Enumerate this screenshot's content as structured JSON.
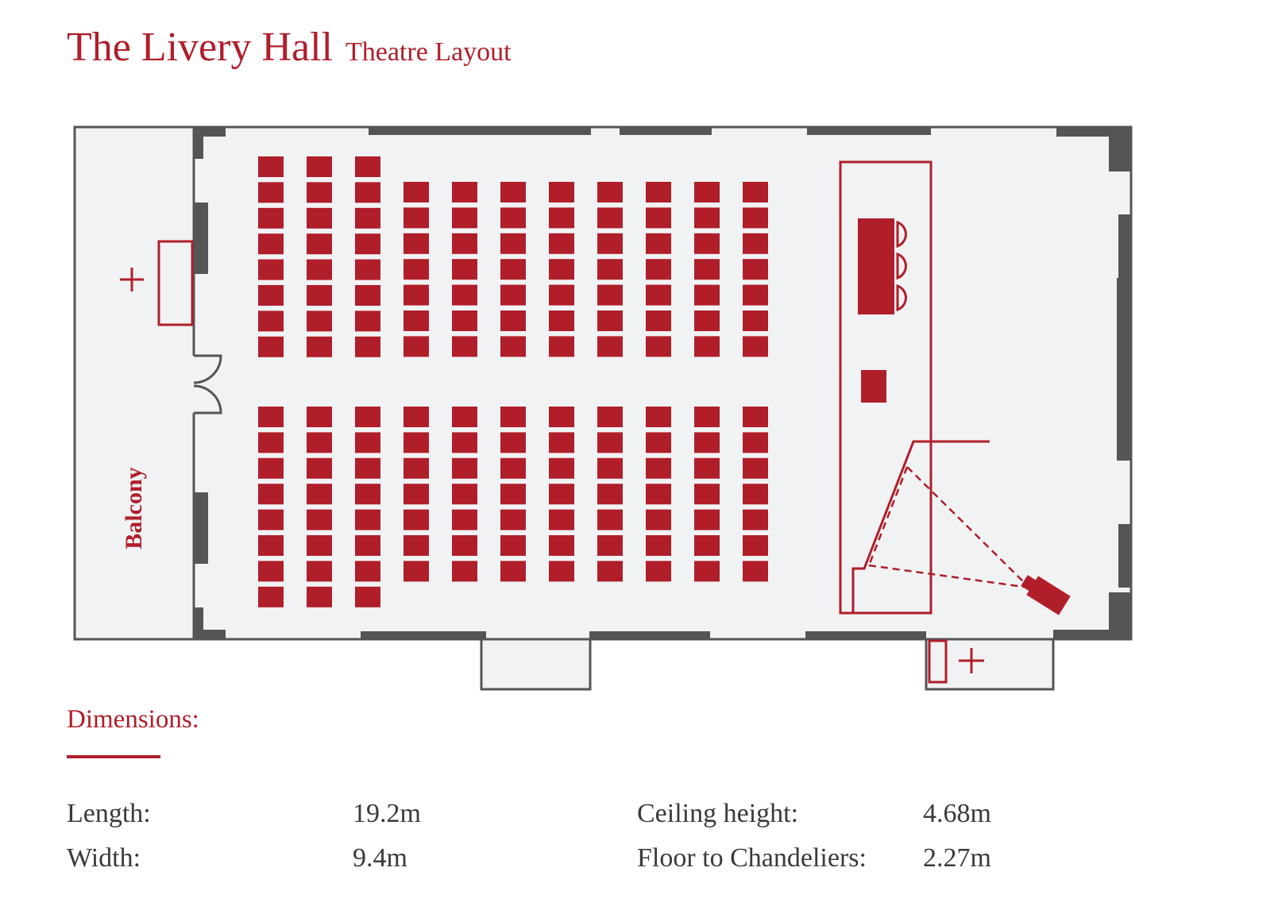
{
  "header": {
    "title": "The Livery Hall",
    "subtitle": "Theatre Layout"
  },
  "plan": {
    "balcony_label": "Balcony",
    "colors": {
      "accent": "#b01e2a",
      "wall": "#555555",
      "floor": "#f1f2f3"
    },
    "icons": {
      "exit": "plus-icon",
      "stage_chairs": "chair-icon",
      "projector": "projector-icon"
    }
  },
  "dimensions": {
    "heading": "Dimensions:",
    "length_label": "Length:",
    "length_value": "19.2m",
    "width_label": "Width:",
    "width_value": "9.4m",
    "ceiling_label": "Ceiling height:",
    "ceiling_value": "4.68m",
    "chandeliers_label": "Floor to Chandeliers:",
    "chandeliers_value": "2.27m"
  }
}
